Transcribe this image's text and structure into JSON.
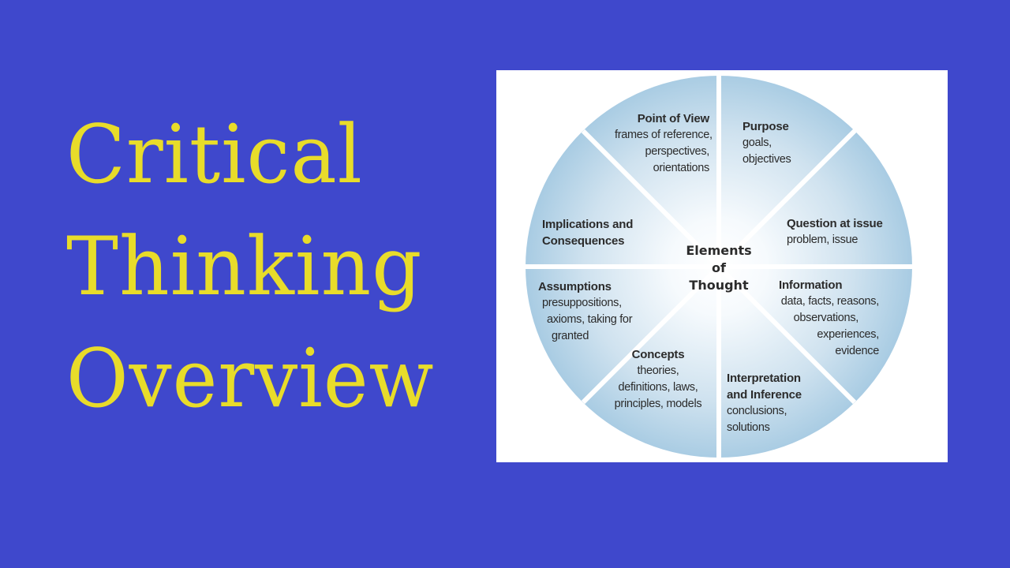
{
  "title": {
    "lines": [
      "Critical",
      "Thinking",
      "Overview"
    ],
    "color": "#E8DC2A"
  },
  "background_color": "#3F48CC",
  "diagram": {
    "center_label": [
      "Elements",
      "of",
      "Thought"
    ],
    "gradient": {
      "center": "#FFFFFF",
      "edge": "#AED0E6"
    },
    "segments": [
      {
        "id": "point-of-view",
        "heading": "Point of View",
        "details": [
          "frames of reference,",
          "perspectives,",
          "orientations"
        ]
      },
      {
        "id": "purpose",
        "heading": "Purpose",
        "details": [
          "goals,",
          "objectives"
        ]
      },
      {
        "id": "question-at-issue",
        "heading": "Question at issue",
        "details": [
          "problem, issue"
        ]
      },
      {
        "id": "information",
        "heading": "Information",
        "details": [
          "data, facts, reasons,",
          "observations,",
          "experiences,",
          "evidence"
        ]
      },
      {
        "id": "interpretation-and-inference",
        "heading": "Interpretation and Inference",
        "heading_lines": [
          "Interpretation",
          "and Inference"
        ],
        "details": [
          "conclusions,",
          "solutions"
        ]
      },
      {
        "id": "concepts",
        "heading": "Concepts",
        "details": [
          "theories,",
          "definitions, laws,",
          "principles, models"
        ]
      },
      {
        "id": "assumptions",
        "heading": "Assumptions",
        "details": [
          "presuppositions,",
          "axioms, taking for",
          "granted"
        ]
      },
      {
        "id": "implications-and-consequences",
        "heading": "Implications and Consequences",
        "heading_lines": [
          "Implications and",
          "Consequences"
        ],
        "details": []
      }
    ]
  }
}
